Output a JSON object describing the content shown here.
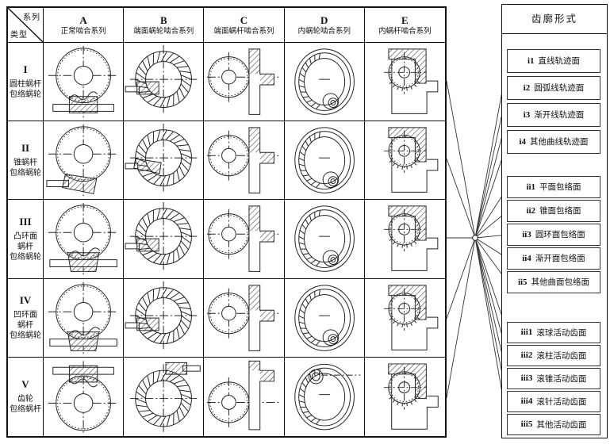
{
  "table": {
    "corner": {
      "top_label": "系列",
      "bottom_label": "类型"
    },
    "columns": [
      {
        "key": "A",
        "title": "正常啮合系列"
      },
      {
        "key": "B",
        "title": "端面蜗轮啮合系列"
      },
      {
        "key": "C",
        "title": "端面蜗杆啮合系列"
      },
      {
        "key": "D",
        "title": "内蜗轮啮合系列"
      },
      {
        "key": "E",
        "title": "内蜗杆啮合系列"
      }
    ],
    "rows": [
      {
        "num": "I",
        "label_lines": [
          "圆柱蜗杆",
          "包络蜗轮"
        ],
        "drawings": [
          "wheel-worm:bottom",
          "ring-worm:left",
          "wheel-flange:mid",
          "internal-ring:bottom",
          "internal-housing:std"
        ]
      },
      {
        "num": "II",
        "label_lines": [
          "锥蜗杆",
          "包络蜗轮"
        ],
        "drawings": [
          "wheel-worm:cone",
          "ring-worm:cone",
          "wheel-flange:mid",
          "internal-ring:bottom",
          "internal-housing:std"
        ]
      },
      {
        "num": "III",
        "label_lines": [
          "凸环面",
          "蜗杆",
          "包络蜗轮"
        ],
        "drawings": [
          "wheel-worm:torus",
          "ring-worm:left",
          "wheel-flange:mid",
          "internal-ring:bottom",
          "internal-housing:std"
        ]
      },
      {
        "num": "IV",
        "label_lines": [
          "凹环面",
          "蜗杆",
          "包络蜗轮"
        ],
        "drawings": [
          "wheel-worm:torus",
          "ring-worm:left",
          "wheel-flange:mid",
          "internal-ring:bottom",
          "internal-housing:std"
        ]
      },
      {
        "num": "V",
        "label_lines": [
          "齿轮",
          "包络蜗杆"
        ],
        "drawings": [
          "wheel-worm:top",
          "ring-worm:top",
          "wheel-flange:top",
          "internal-ring:top",
          "internal-housing:std"
        ]
      }
    ]
  },
  "right_panel": {
    "title": "齿廓形式",
    "groups": [
      {
        "name": "trace-surfaces",
        "items": [
          {
            "id": "i1",
            "label": "直线轨迹面"
          },
          {
            "id": "i2",
            "label": "圆弧线轨迹面"
          },
          {
            "id": "i3",
            "label": "渐开线轨迹面"
          },
          {
            "id": "i4",
            "label": "其他曲线轨迹面"
          }
        ]
      },
      {
        "name": "envelope-surfaces",
        "items": [
          {
            "id": "ii1",
            "label": "平面包络面"
          },
          {
            "id": "ii2",
            "label": "锥面包络面"
          },
          {
            "id": "ii3",
            "label": "圆环面包络面"
          },
          {
            "id": "ii4",
            "label": "渐开面包络面"
          },
          {
            "id": "ii5",
            "label": "其他曲面包络面"
          }
        ]
      },
      {
        "name": "movable-tooth-surfaces",
        "items": [
          {
            "id": "iii1",
            "label": "滚球活动齿面"
          },
          {
            "id": "iii2",
            "label": "滚柱活动齿面"
          },
          {
            "id": "iii3",
            "label": "滚锥活动齿面"
          },
          {
            "id": "iii4",
            "label": "滚针活动齿面"
          },
          {
            "id": "iii5",
            "label": "其他活动齿面"
          }
        ]
      }
    ]
  },
  "colors": {
    "line": "#222222",
    "border": "#111111",
    "background": "#ffffff"
  }
}
